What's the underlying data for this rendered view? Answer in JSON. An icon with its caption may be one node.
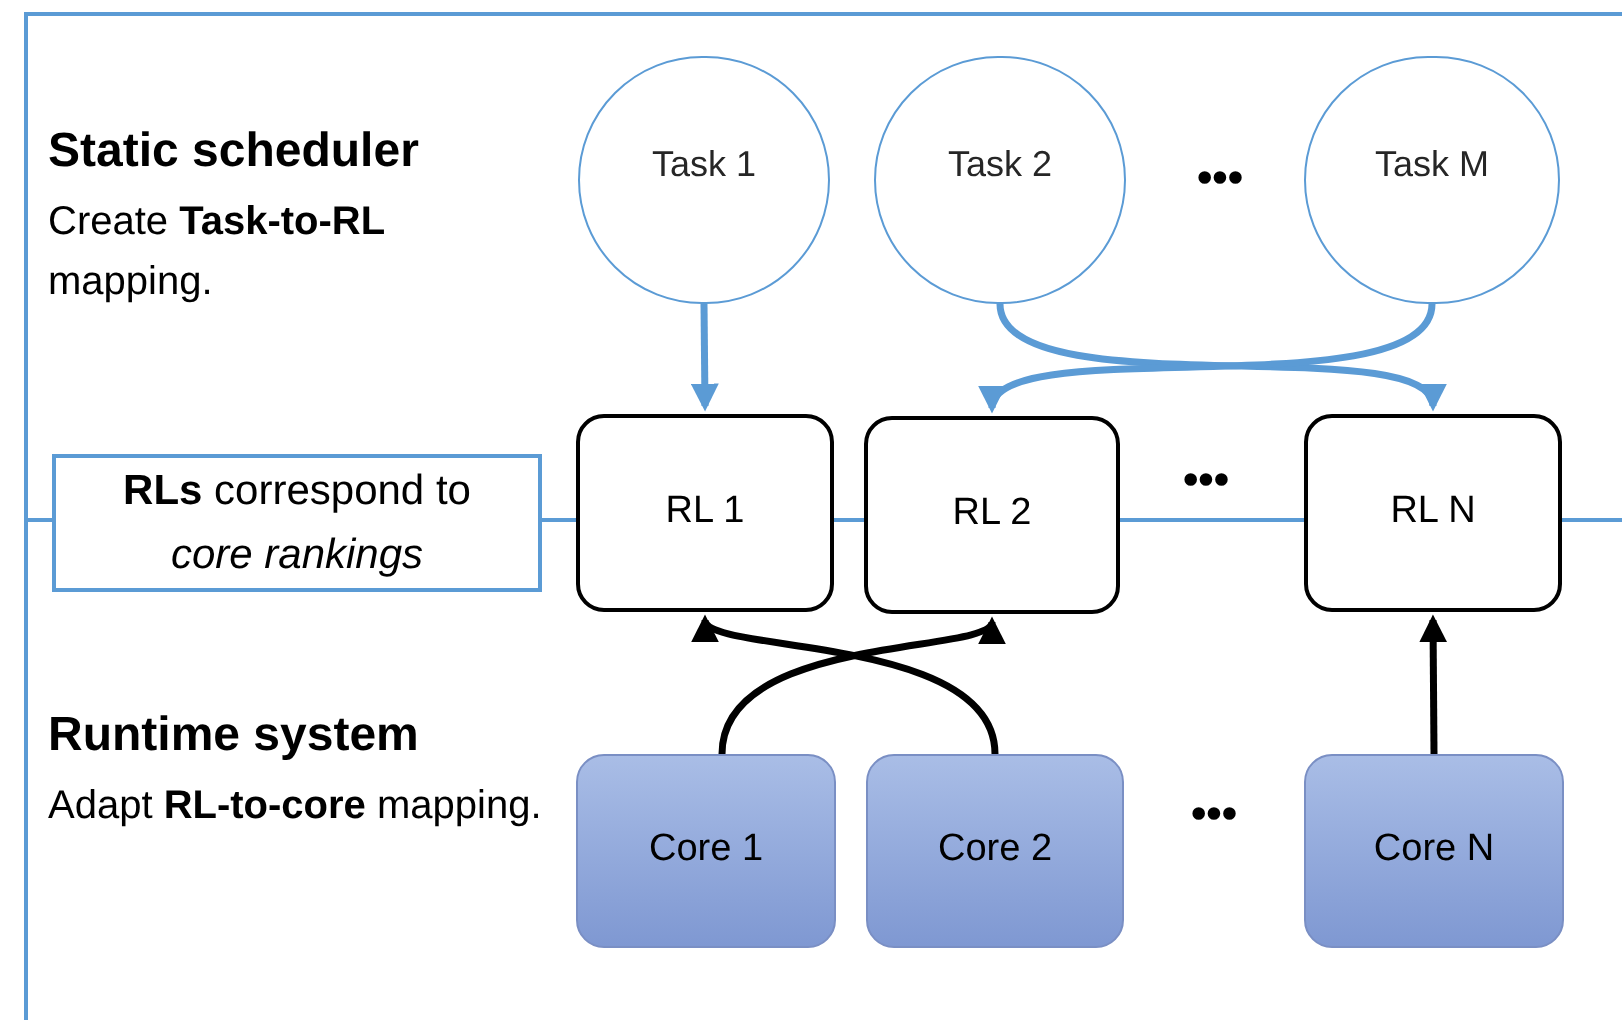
{
  "diagram": {
    "nodes": [
      {
        "text": [
          "Task 1"
        ]
      },
      {
        "text": [
          "Task 2"
        ]
      },
      {
        "text": [
          "Task M"
        ]
      },
      {
        "text": [
          "**RLs** correspond to *core rankings*"
        ]
      },
      {
        "text": [
          "RL 1"
        ]
      },
      {
        "text": [
          "RL 2"
        ]
      },
      {
        "text": [
          "RL N"
        ]
      },
      {
        "text": [
          "Core 1"
        ]
      },
      {
        "text": [
          "Core 2"
        ]
      },
      {
        "text": [
          "Core N"
        ]
      }
    ],
    "edges": [
      {
        "from": 0,
        "to": 4,
        "arrow": "to",
        "color": "#5b9bd5"
      },
      {
        "from": 1,
        "to": 6,
        "arrow": "to",
        "color": "#5b9bd5"
      },
      {
        "from": 2,
        "to": 5,
        "arrow": "to",
        "color": "#5b9bd5"
      },
      {
        "from": 7,
        "to": 5,
        "arrow": "to",
        "color": "#000000"
      },
      {
        "from": 8,
        "to": 4,
        "arrow": "to",
        "color": "#000000"
      },
      {
        "from": 9,
        "to": 6,
        "arrow": "to",
        "color": "#000000"
      }
    ],
    "labels": [
      "Static scheduler",
      "Create **Task-to-RL** mapping.",
      "•••",
      "•••",
      "Runtime system",
      "Adapt **RL-to-core** mapping.",
      "•••"
    ]
  }
}
